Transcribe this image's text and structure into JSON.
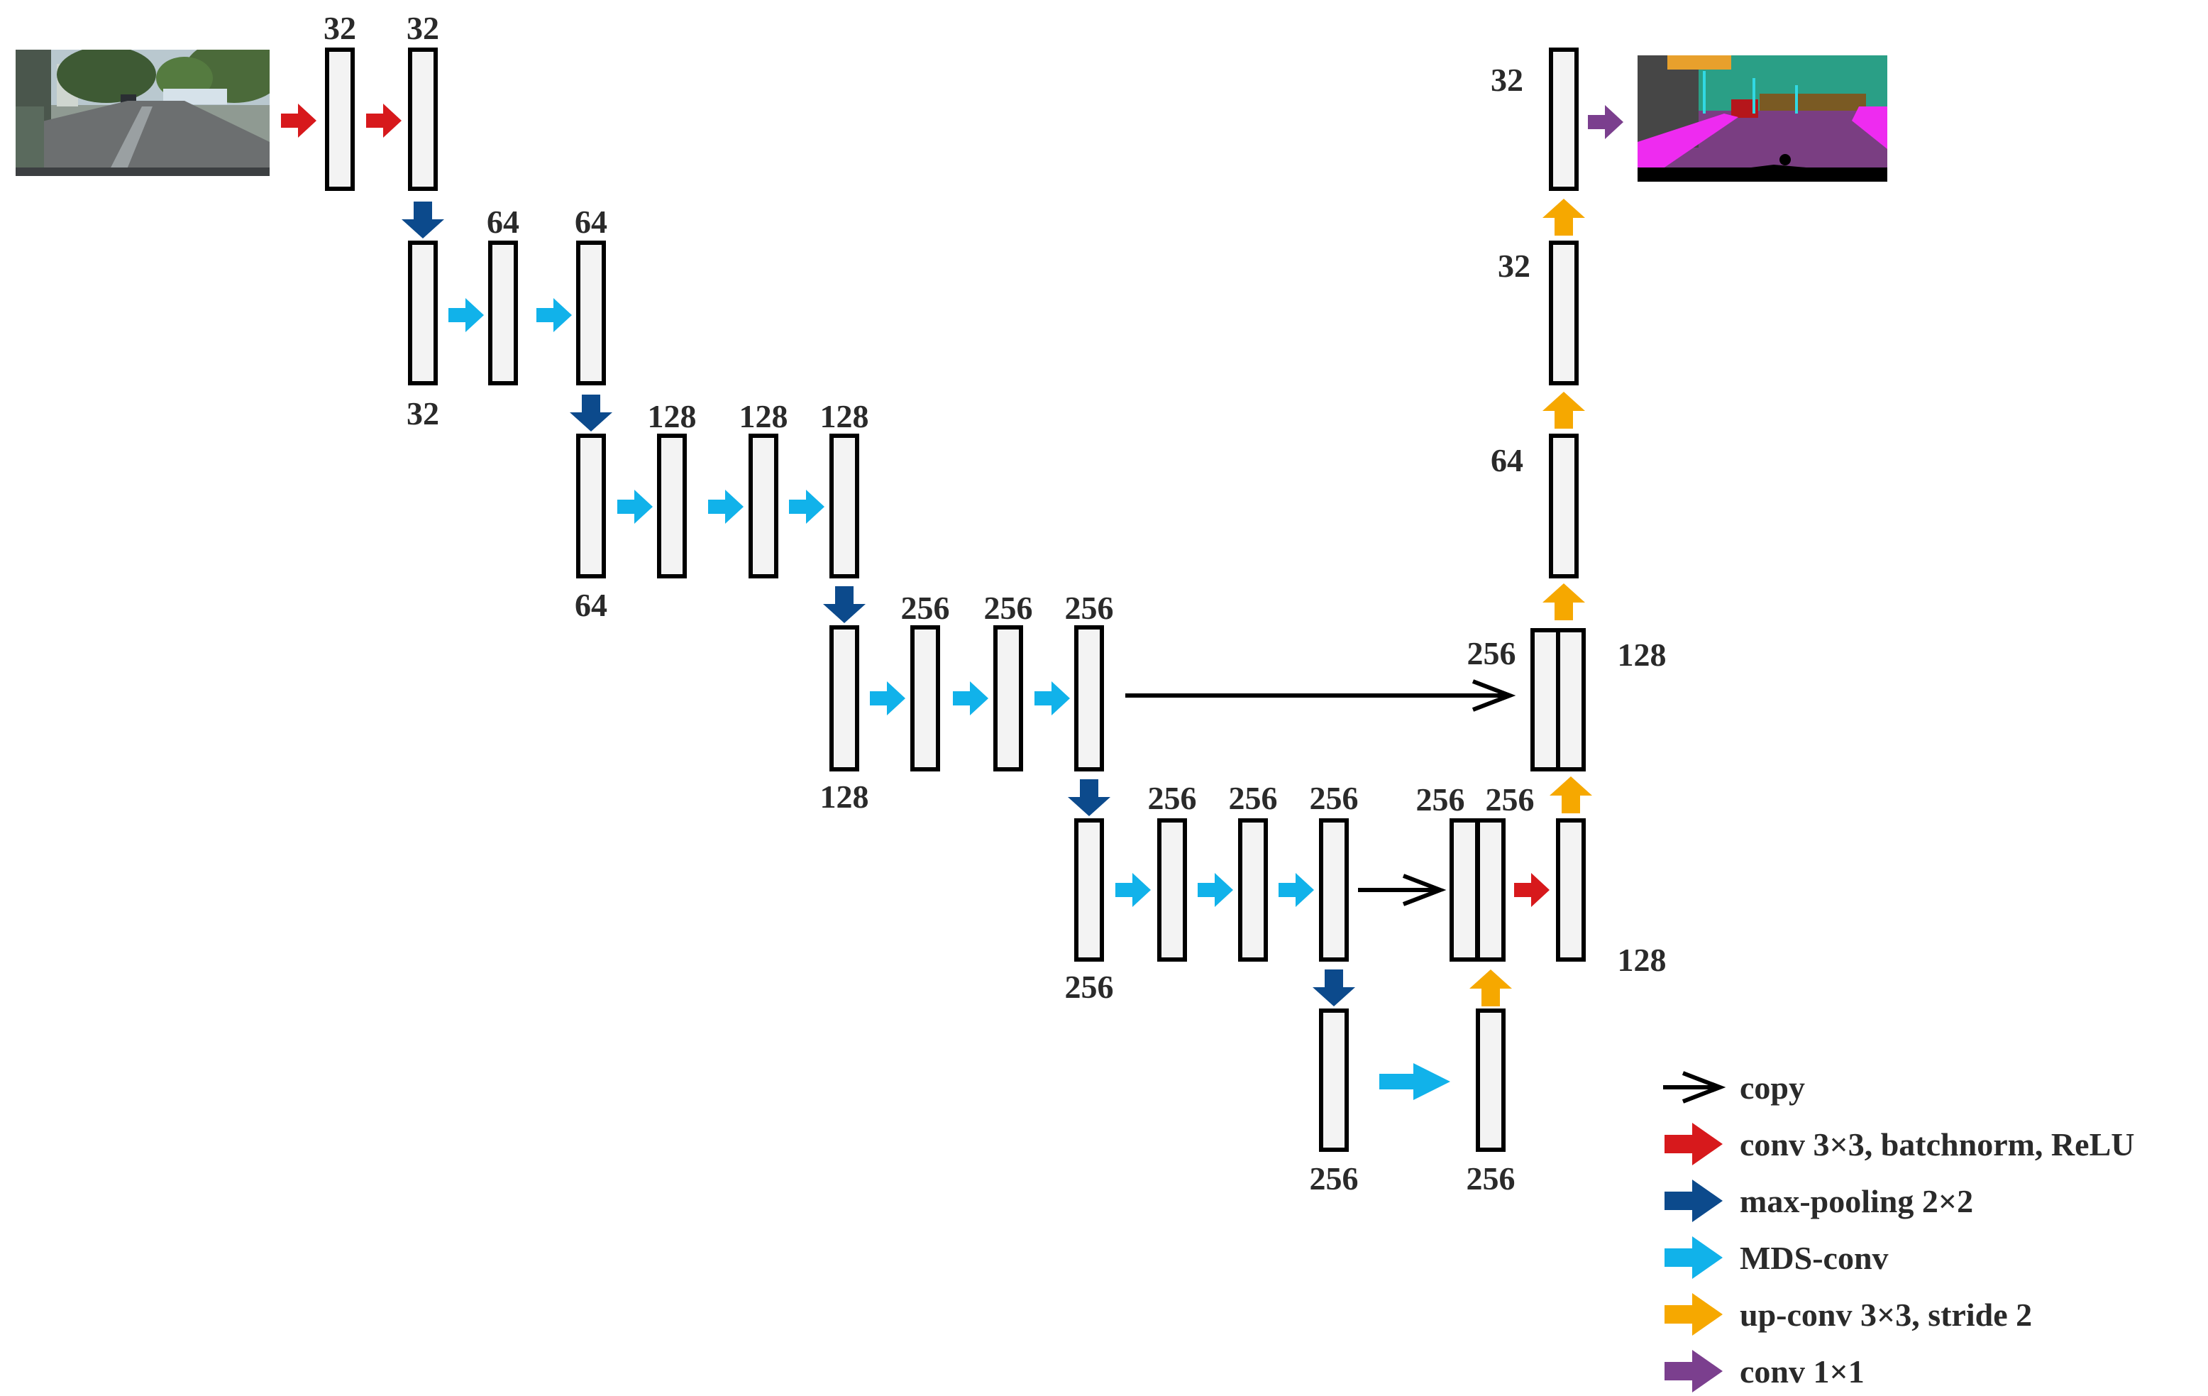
{
  "colors": {
    "copy": "#000000",
    "conv3x3": "#d7191c",
    "maxpool": "#0c4a8c",
    "mdsconv": "#11b2ea",
    "upconv": "#f6a800",
    "conv1x1": "#7b3f8e"
  },
  "images": {
    "input": "street-scene-photo",
    "output": "segmentation-map"
  },
  "levels": {
    "l1": {
      "top": [
        "32",
        "32"
      ]
    },
    "l2": {
      "bottom": "32",
      "top": [
        "64",
        "64"
      ]
    },
    "l3": {
      "bottom": "64",
      "top": [
        "128",
        "128",
        "128"
      ]
    },
    "l4": {
      "bottom": "128",
      "top": [
        "256",
        "256",
        "256"
      ]
    },
    "l5": {
      "bottom": "256",
      "top": [
        "256",
        "256",
        "256"
      ]
    },
    "l6": {
      "bottom_left": "256",
      "bottom_right": "256"
    }
  },
  "decoder": {
    "d5": {
      "top_left": "256",
      "top_right": "256",
      "right": "128"
    },
    "d4": {
      "left": "256",
      "right": "128"
    },
    "d3": {
      "left": "64"
    },
    "d2": {
      "left": "32"
    },
    "d1": {
      "left": "32"
    }
  },
  "legend": [
    {
      "key": "copy",
      "label": "copy"
    },
    {
      "key": "conv3x3",
      "label": "conv 3×3, batchnorm, ReLU"
    },
    {
      "key": "maxpool",
      "label": "max-pooling 2×2"
    },
    {
      "key": "mdsconv",
      "label": "MDS-conv"
    },
    {
      "key": "upconv",
      "label": "up-conv 3×3, stride 2"
    },
    {
      "key": "conv1x1",
      "label": "conv 1×1"
    }
  ]
}
